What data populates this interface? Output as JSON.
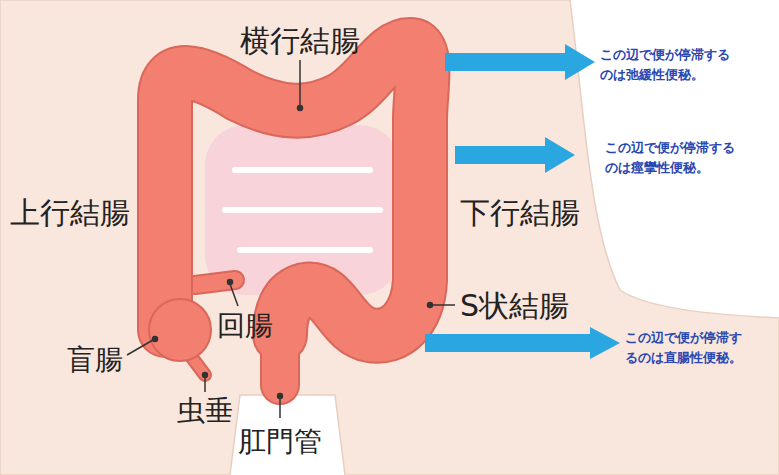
{
  "diagram": {
    "labels": [
      "横行結腸",
      "この辺で便が停滞するのは弛緩性便秘。",
      "この辺で便が停滞するのは痙攣性便秘。",
      "上行結腸",
      "下行結腸",
      "回腸",
      "S状結腸",
      "盲腸",
      "この辺で便が停滞するのは直腸性便秘。",
      "虫垂",
      "肛門管"
    ]
  }
}
